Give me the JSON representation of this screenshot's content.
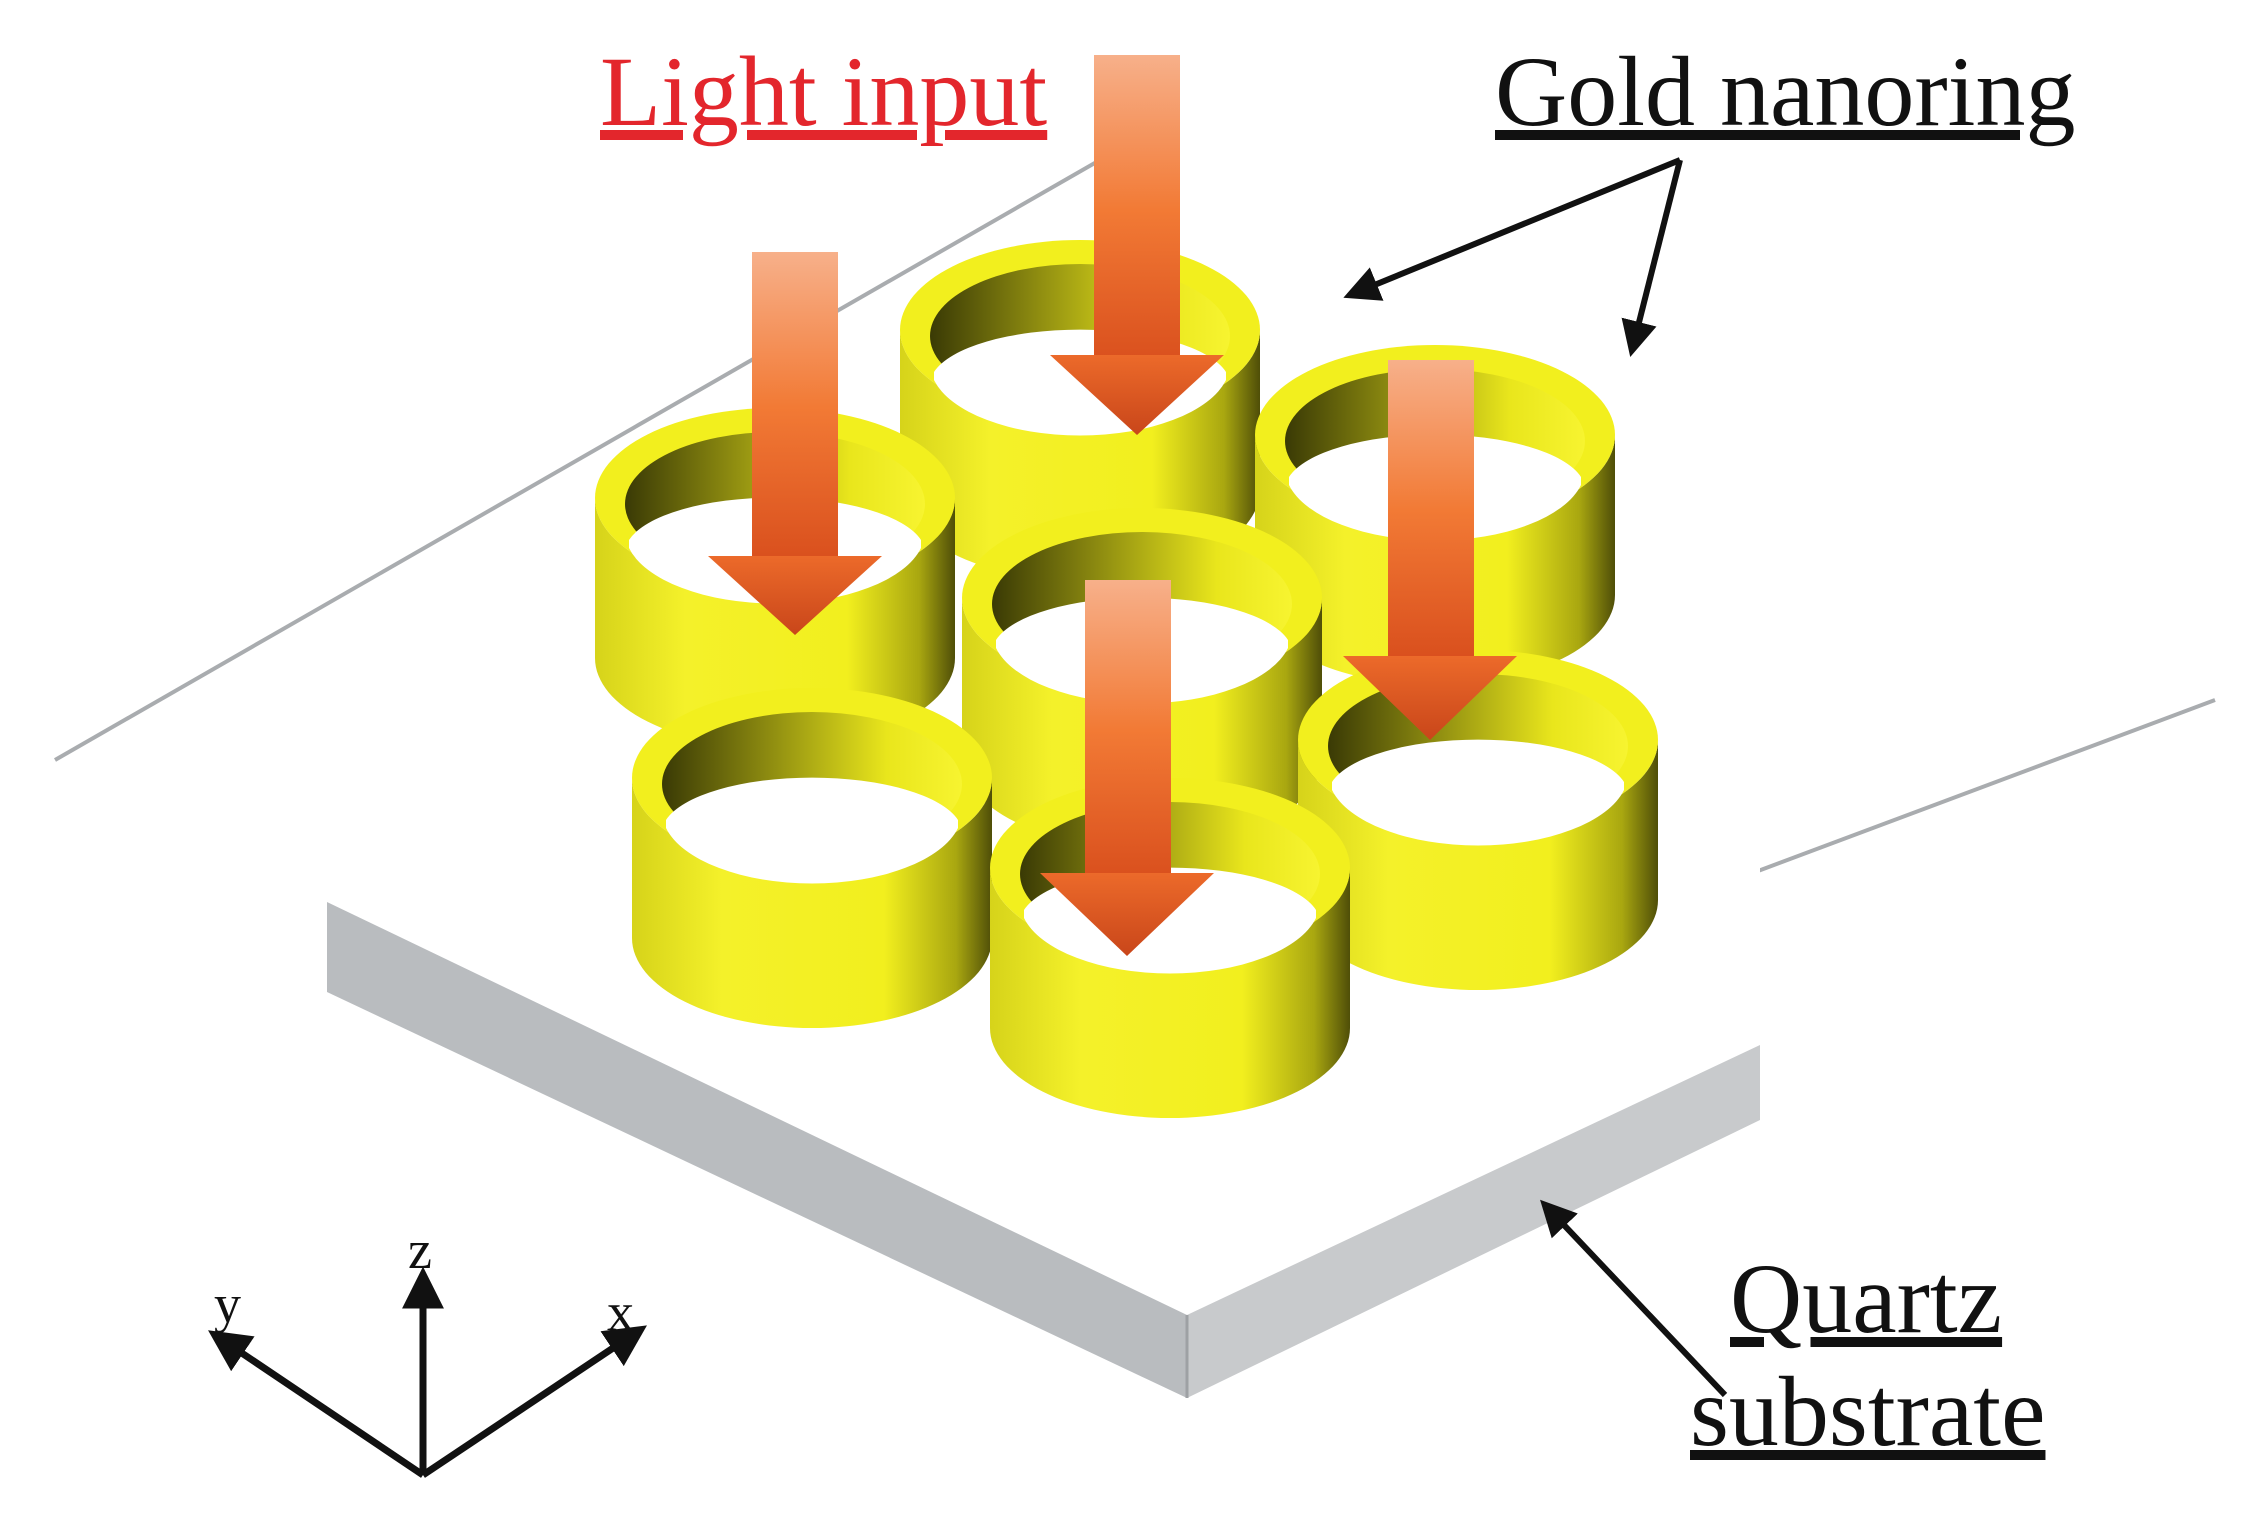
{
  "labels": {
    "light_input": "Light input",
    "gold_nanoring": "Gold nanoring",
    "quartz_line1": "Quartz",
    "quartz_line2": "substrate"
  },
  "axes": {
    "x": "x",
    "y": "y",
    "z": "z"
  },
  "colors": {
    "light_input_text": "#e3262c",
    "gold": "#f2ef1e",
    "gold_shadow": "#6b6a0e",
    "arrow_top": "#f6a77a",
    "arrow_bottom": "#d9501e",
    "substrate_side": "#b9bcbf"
  }
}
